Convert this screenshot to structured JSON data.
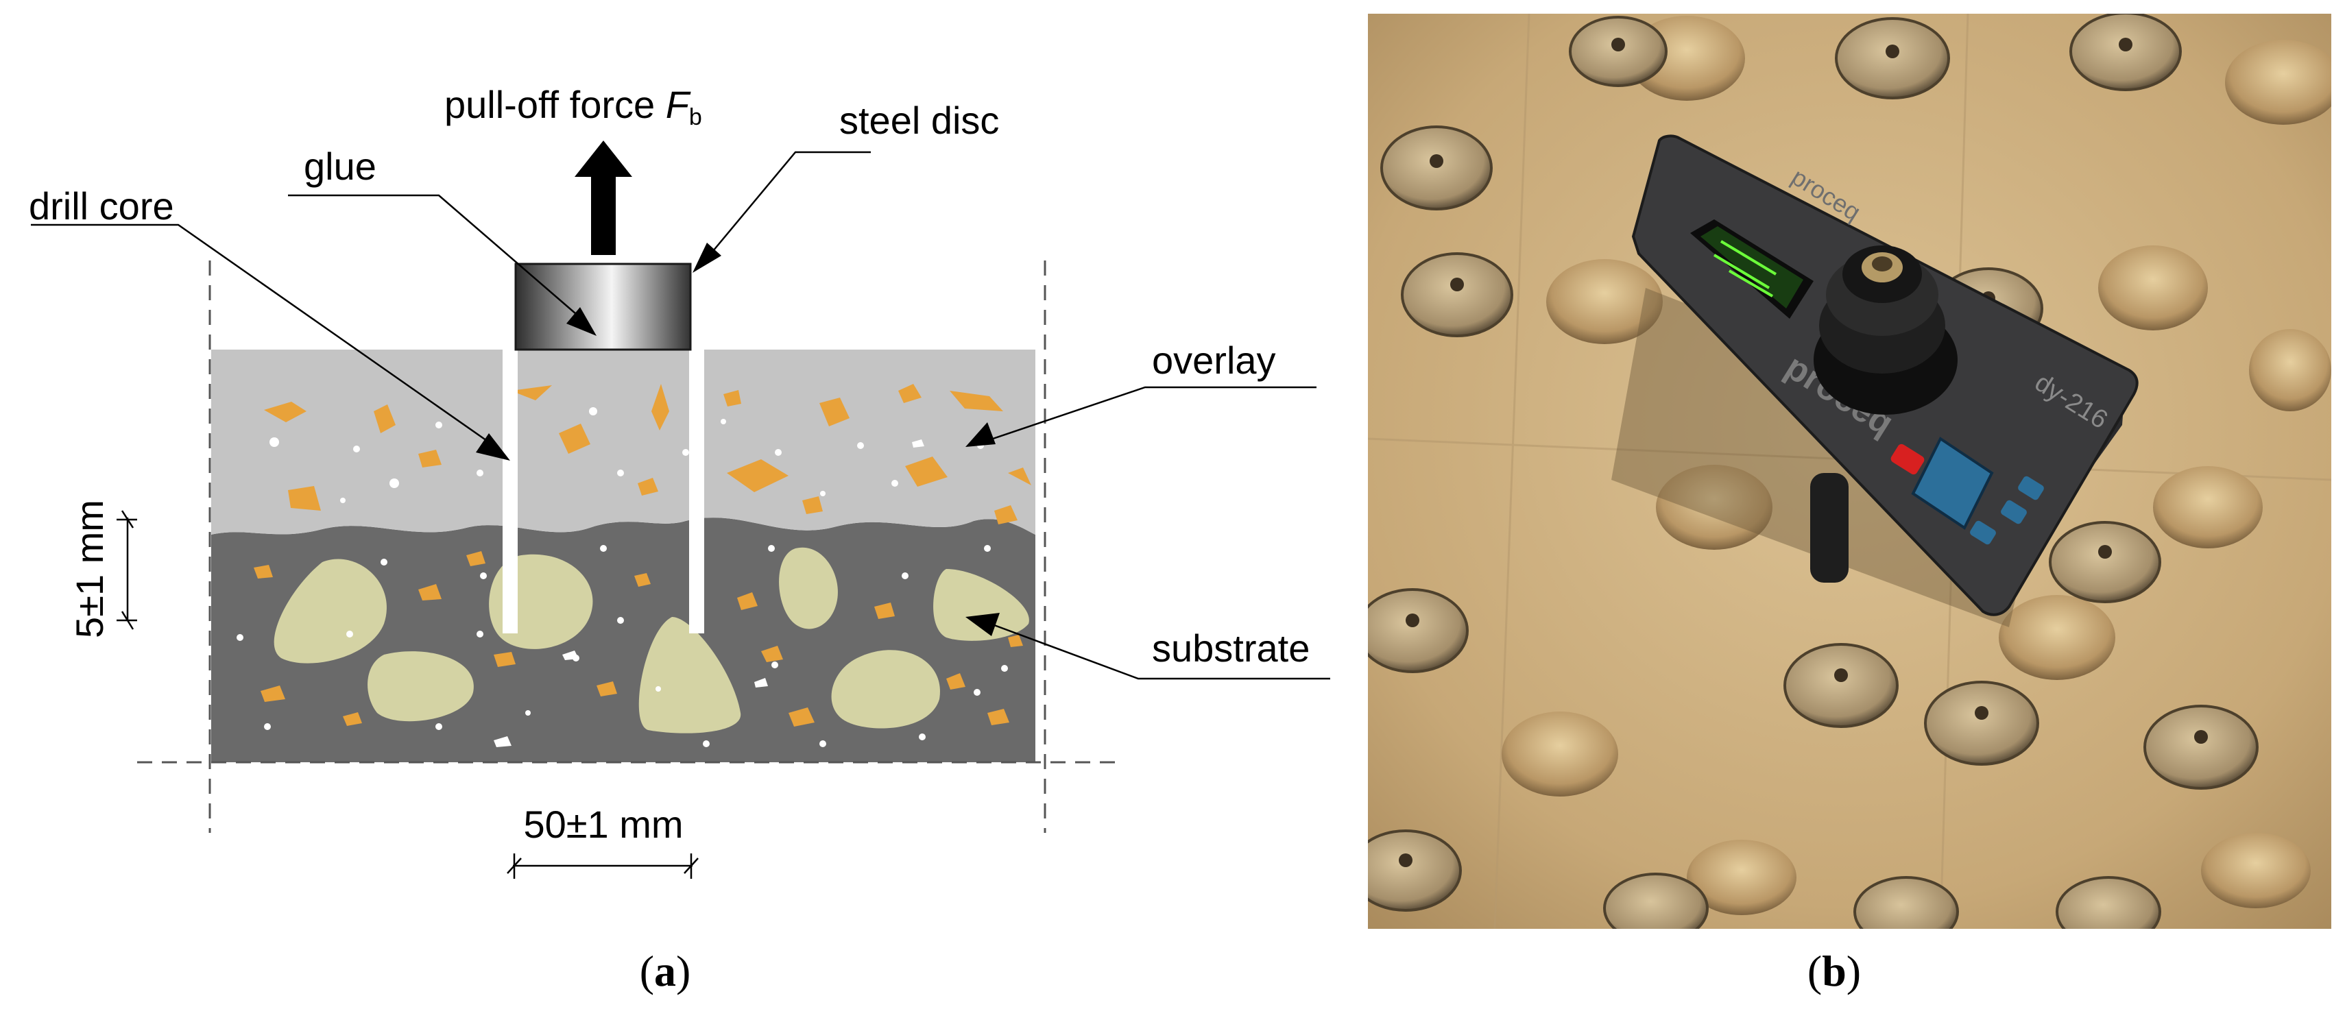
{
  "panel_a": {
    "labels": {
      "pull_off_force": "pull-off force ",
      "force_symbol": "F",
      "force_subscript": "b",
      "steel_disc": "steel disc",
      "glue": "glue",
      "drill_core": "drill core",
      "overlay": "overlay",
      "substrate": "substrate",
      "thickness_dim": "5±1 mm",
      "core_diameter_dim": "50±1 mm"
    },
    "caption": {
      "open": "(",
      "letter": "a",
      "close": ")"
    },
    "colors": {
      "overlay": "#c4c4c4",
      "substrate": "#6a6a6a",
      "aggregate_orange": "#e8a23a",
      "aggregate_green": "#d4d3a4",
      "steel_dark": "#3c3c3c",
      "steel_light": "#f2f2f2"
    }
  },
  "panel_b": {
    "device_brand": "proceq",
    "device_model": "dy-216",
    "caption": {
      "open": "(",
      "letter": "b",
      "close": ")"
    },
    "colors": {
      "photo_bg": "#cdb083",
      "device_body": "#3a3a3c"
    }
  }
}
